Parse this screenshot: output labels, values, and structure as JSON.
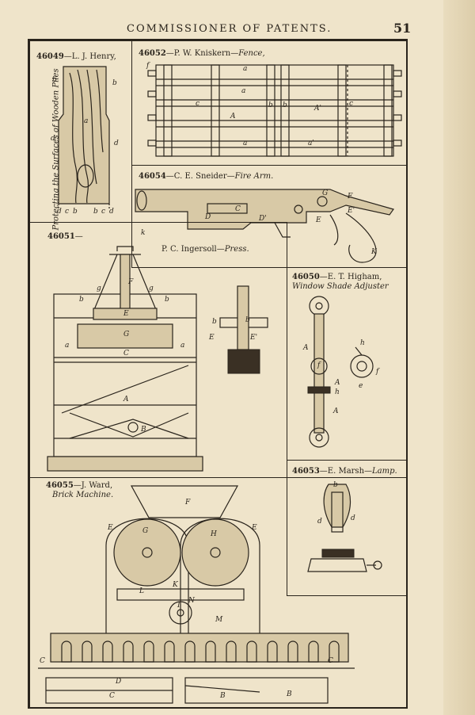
{
  "header": {
    "title": "COMMISSIONER OF PATENTS.",
    "page_number": "51"
  },
  "panels": {
    "p46049": {
      "number": "46049",
      "sep": "—",
      "inventor": "L. J. Henry,",
      "side_caption": "Protecting the Surfaces of Wooden Piles",
      "labels": [
        "b",
        "b",
        "a",
        "d",
        "d",
        "d",
        "c",
        "b",
        "b",
        "c",
        "d"
      ]
    },
    "p46052": {
      "number": "46052",
      "sep": "—",
      "inventor": "P. W. Kniskern",
      "dash": "—",
      "title": "Fence,",
      "labels": [
        "f",
        "a",
        "a",
        "c",
        "A",
        "b",
        "b",
        "A'",
        "c",
        "a",
        "a'"
      ]
    },
    "p46054": {
      "number": "46054",
      "sep": "—",
      "inventor": "C. E. Sneider",
      "dash": "—",
      "title": "Fire Arm.",
      "labels": [
        "D",
        "C",
        "D'",
        "G",
        "F",
        "E'",
        "E",
        "K"
      ]
    },
    "p46051": {
      "number": "46051",
      "sep": "—",
      "inventor": "P. C. Ingersoll",
      "dash": "—",
      "title": "Press.",
      "labels": [
        "k",
        "F",
        "g",
        "g",
        "b",
        "b",
        "E",
        "G",
        "C",
        "A",
        "B",
        "a",
        "a",
        "b",
        "b",
        "E",
        "E'"
      ]
    },
    "p46050": {
      "number": "46050",
      "sep": "—",
      "inventor": "E. T. Higham,",
      "title": "Window Shade Adjuster",
      "labels": [
        "A",
        "h",
        "f",
        "A",
        "h",
        "f",
        "e",
        "A"
      ]
    },
    "p46053": {
      "number": "46053",
      "sep": "—",
      "inventor": "E. Marsh",
      "dash": "—",
      "title": "Lamp.",
      "labels": [
        "b",
        "d",
        "d"
      ]
    },
    "p46055": {
      "number": "46055",
      "sep": "—",
      "inventor": "J. Ward,",
      "title": "Brick Machine.",
      "labels": [
        "F",
        "E",
        "G",
        "H",
        "E",
        "L",
        "K",
        "I",
        "N",
        "M",
        "C",
        "C",
        "D",
        "C",
        "B",
        "B"
      ]
    }
  }
}
